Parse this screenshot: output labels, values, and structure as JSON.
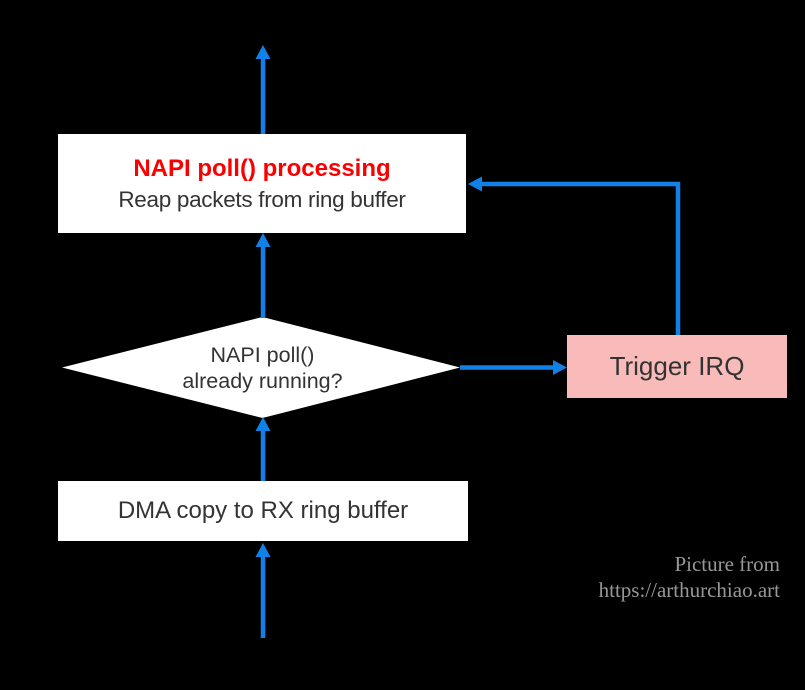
{
  "colors": {
    "background": "#000000",
    "arrow-blue": "#1181E8",
    "box-white": "#FFFFFF",
    "box-pink": "#F8BBBA",
    "text-red": "#FA0000",
    "text-dark": "#333333",
    "credit-gray": "#989898"
  },
  "nodes": {
    "napi_box": {
      "title": "NAPI poll() processing",
      "subtitle": "Reap packets from ring buffer"
    },
    "decision": {
      "line1": "NAPI poll()",
      "line2": "already running?"
    },
    "dma_box": {
      "label": "DMA copy to RX ring buffer"
    },
    "irq_box": {
      "label": "Trigger IRQ"
    }
  },
  "credit": {
    "line1": "Picture from",
    "line2": "https://arthurchiao.art"
  }
}
